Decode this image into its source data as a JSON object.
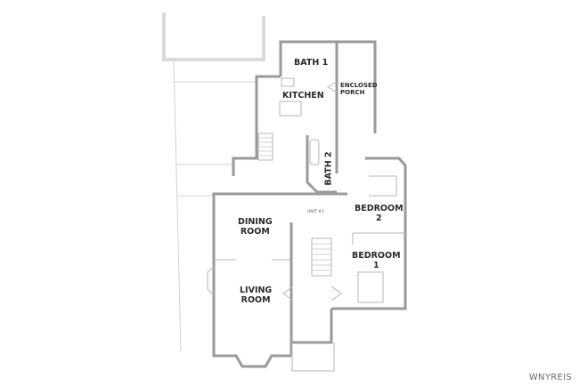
{
  "floor_plan": {
    "rooms": {
      "bath1": "BATH 1",
      "kitchen": "KITCHEN",
      "enclosed_porch_line1": "ENCLOSED",
      "enclosed_porch_line2": "PORCH",
      "bath2": "BATH 2",
      "unit": "UNIT #1",
      "dining_line1": "DINING",
      "dining_line2": "ROOM",
      "bedroom2_line1": "BEDROOM",
      "bedroom2_line2": "2",
      "bedroom1_line1": "BEDROOM",
      "bedroom1_line2": "1",
      "living_line1": "LIVING",
      "living_line2": "ROOM"
    },
    "watermark": "WNYREIS"
  }
}
